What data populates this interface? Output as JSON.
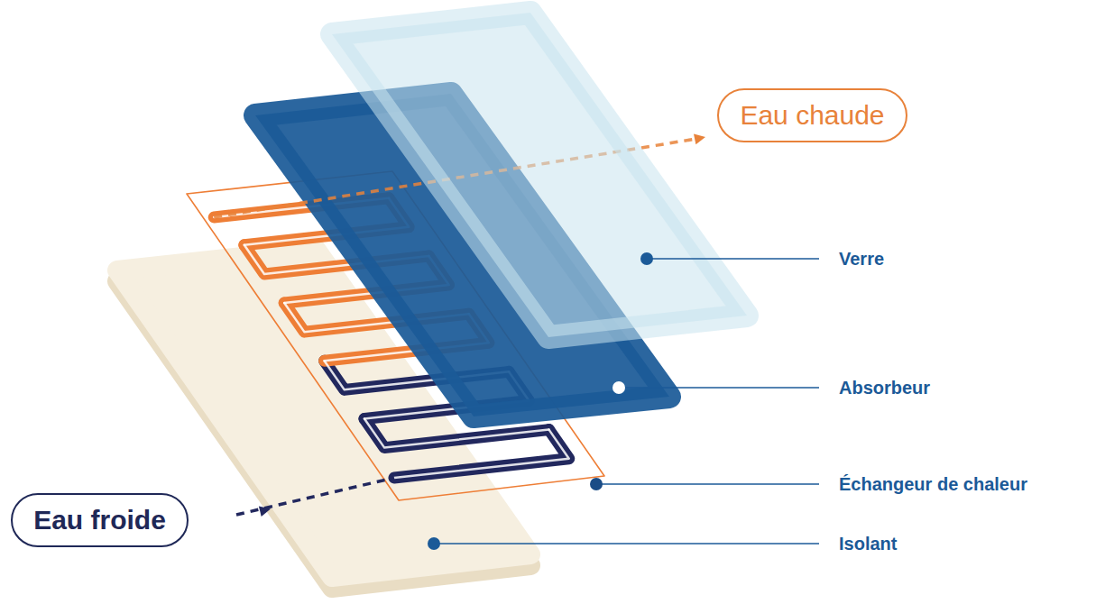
{
  "diagram": {
    "nodes": [
      {
        "text": [
          "Eau chaude"
        ]
      },
      {
        "text": [
          "Eau froide"
        ]
      }
    ],
    "labels": [
      "Verre",
      "Absorbeur",
      "Échangeur de chaleur",
      "Isolant"
    ]
  }
}
